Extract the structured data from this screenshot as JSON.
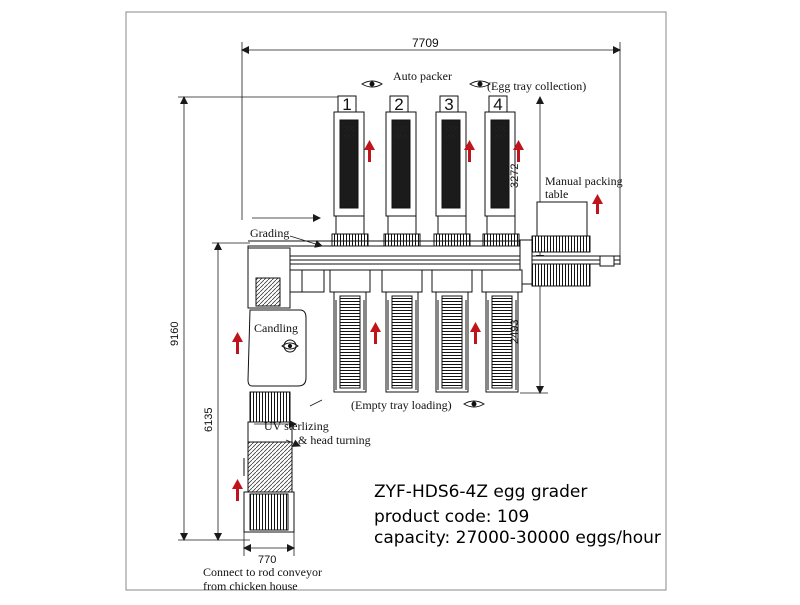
{
  "dimensions": {
    "overall_width": "7709",
    "overall_height": "9160",
    "lower_height": "6135",
    "packer_height": "3272",
    "loader_height": "2493",
    "conveyor_width": "770"
  },
  "labels": {
    "auto_packer": "Auto packer",
    "egg_tray_collection": "(Egg tray collection)",
    "manual_packing_line1": "Manual packing",
    "manual_packing_line2": "table",
    "grading": "Grading",
    "candling": "Candling",
    "empty_tray_loading": "(Empty tray loading)",
    "uv_line1": "UV sterlizing",
    "uv_line2": "& head turning",
    "connect_line1": "Connect to rod conveyor",
    "connect_line2": "from chicken house"
  },
  "lanes": [
    "1",
    "2",
    "3",
    "4"
  ],
  "product": {
    "name": "ZYF-HDS6-4Z egg grader",
    "code": "product code: 109",
    "capacity": "capacity: 27000-30000 eggs/hour"
  },
  "colors": {
    "arrow": "#c0141c",
    "line": "#1a1a1a",
    "frame": "#888888"
  }
}
